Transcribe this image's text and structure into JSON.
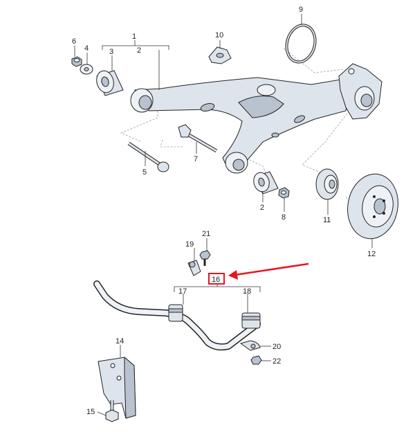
{
  "labels": {
    "p1": "1",
    "p2a": "2",
    "p2b": "2",
    "p3": "3",
    "p4": "4",
    "p5": "5",
    "p6": "6",
    "p7": "7",
    "p8": "8",
    "p9": "9",
    "p10": "10",
    "p11": "11",
    "p12": "12",
    "p14": "14",
    "p15": "15",
    "p16": "16",
    "p17": "17",
    "p18": "18",
    "p19": "19",
    "p20": "20",
    "p21": "21",
    "p22": "22"
  },
  "highlight": {
    "part": "16",
    "color": "#e8141b"
  },
  "colors": {
    "part_fill": "#dde4ec",
    "outline": "#222222"
  }
}
